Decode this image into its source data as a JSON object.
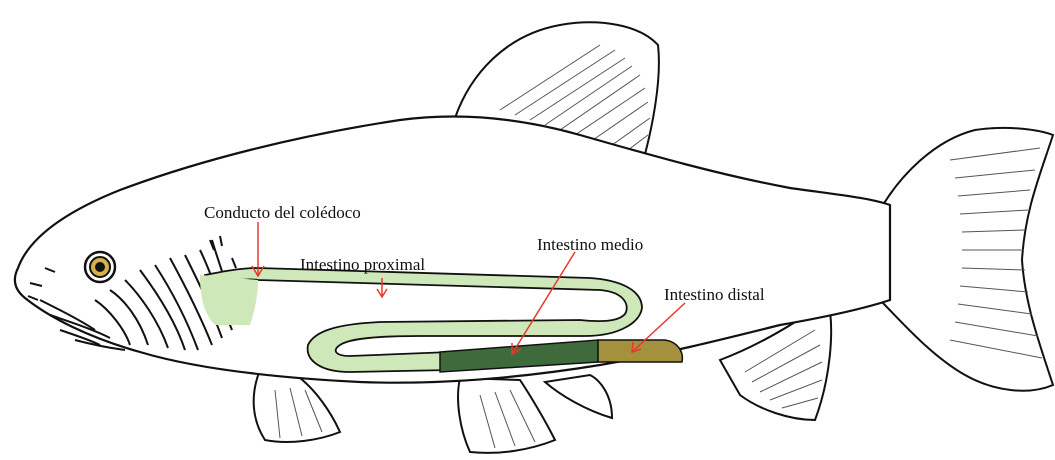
{
  "diagram": {
    "labels": {
      "bile_duct": "Conducto del colédoco",
      "proximal": "Intestino proximal",
      "middle": "Intestino medio",
      "distal": "Intestino distal"
    },
    "colors": {
      "outline": "#111111",
      "body_fill": "#ffffff",
      "proximal_fill": "#cfe8b9",
      "middle_fill": "#3f6b3c",
      "distal_fill": "#a3913e",
      "arrow": "#e8372e",
      "eye_iris": "#d4b24a"
    }
  }
}
